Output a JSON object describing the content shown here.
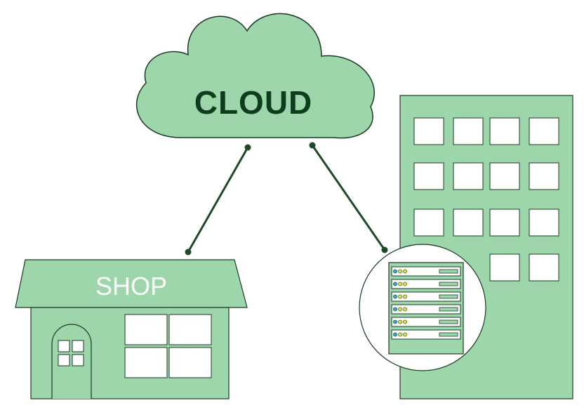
{
  "labels": {
    "cloud": "CLOUD",
    "shop": "SHOP"
  },
  "colors": {
    "fill": "#9dd6ab",
    "stroke": "#1a3a24",
    "link": "#1f4a2a",
    "shop_text": "#ffffff",
    "cloud_text": "#0f3b1f",
    "led_blue": "#3aa3d8",
    "led_yellow": "#e6e23c",
    "window_fill": "#ffffff"
  },
  "connections": [
    {
      "from": "cloud",
      "to": "shop"
    },
    {
      "from": "cloud",
      "to": "server"
    }
  ],
  "server": {
    "unit_count": 6
  }
}
